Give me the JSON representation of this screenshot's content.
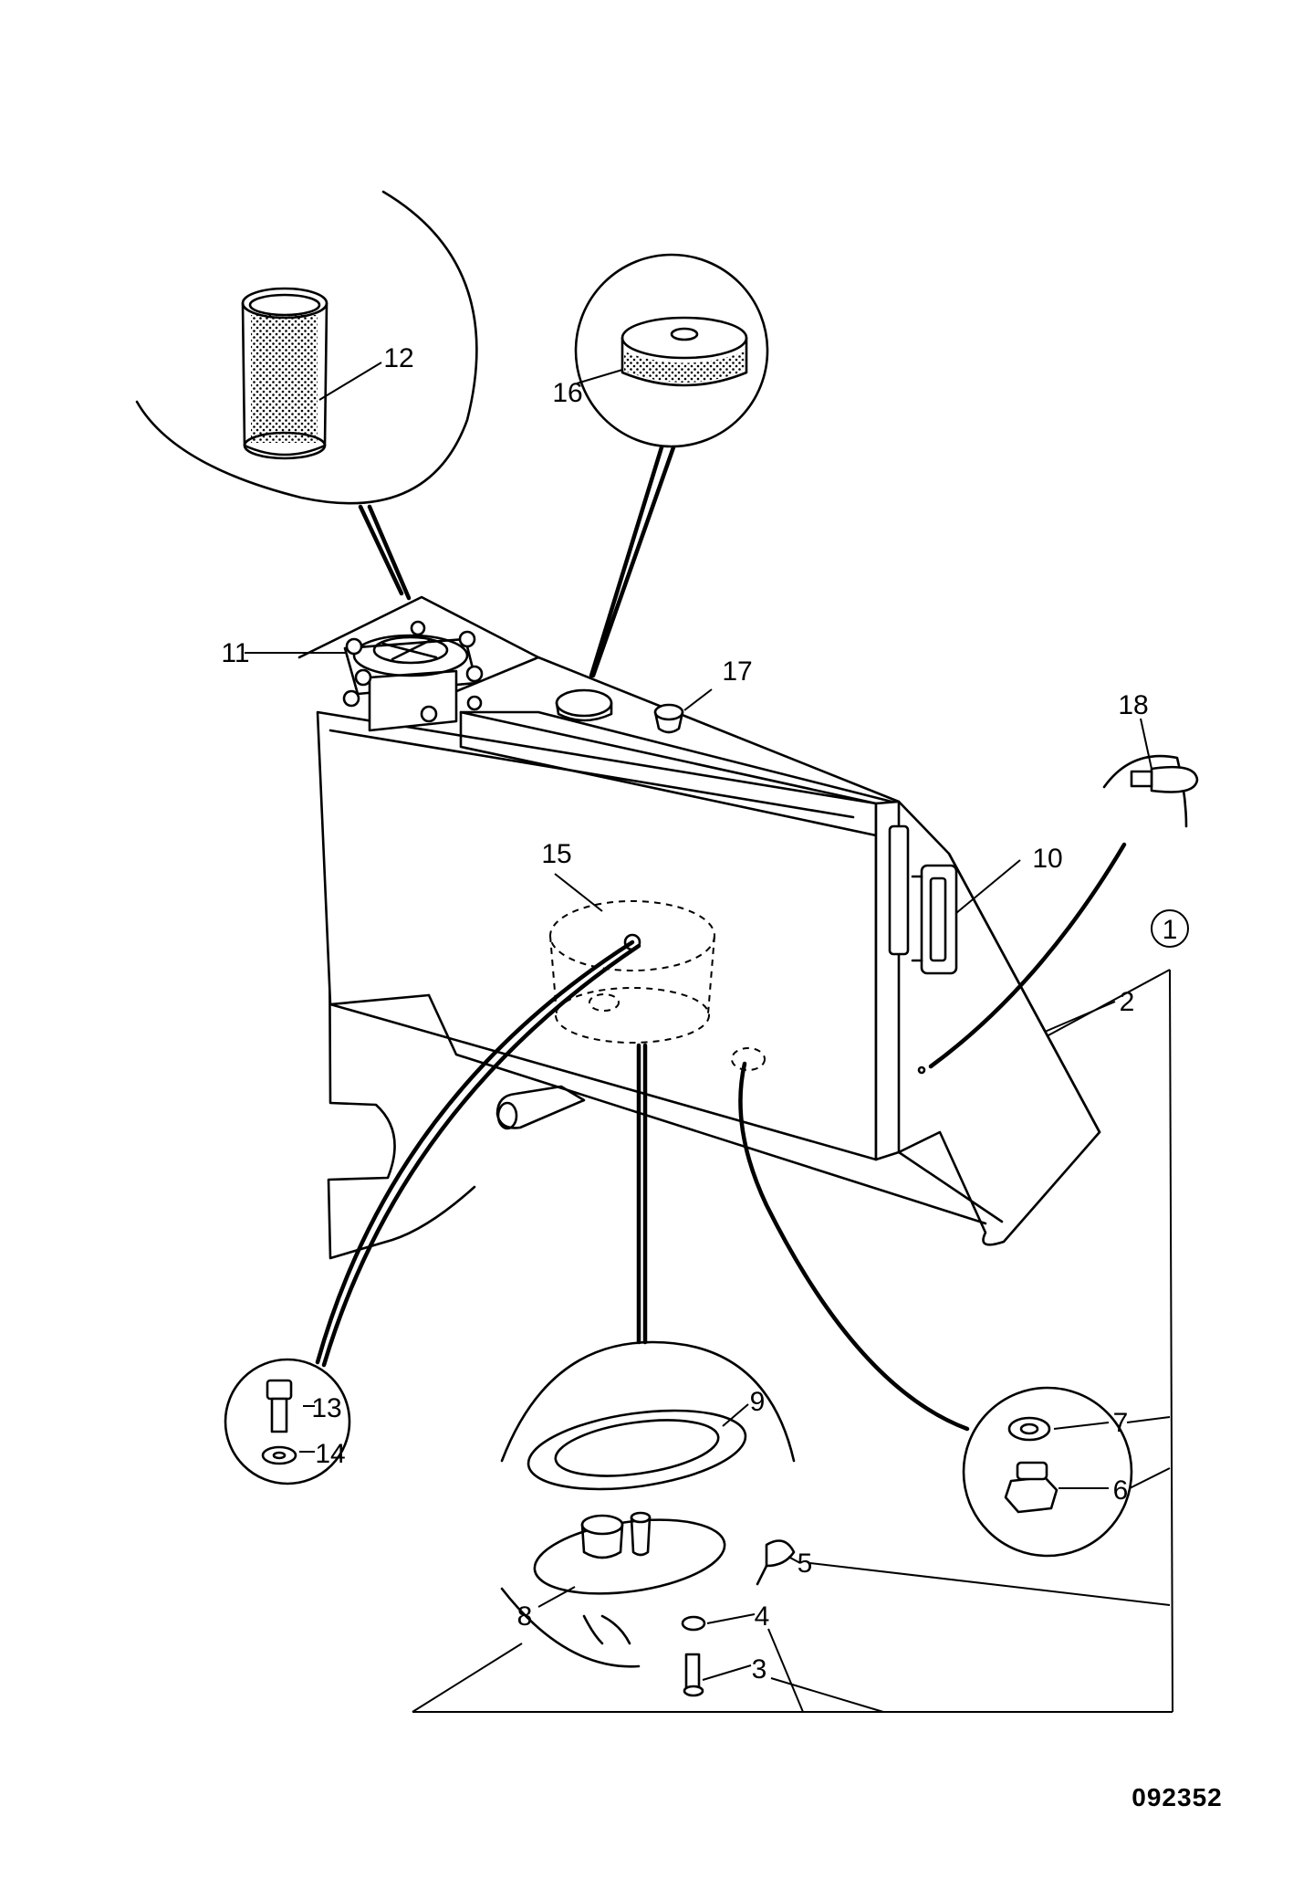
{
  "drawing": {
    "document_number": "092352",
    "assembly_callout": "1",
    "callouts": [
      "2",
      "3",
      "4",
      "5",
      "6",
      "7",
      "8",
      "9",
      "10",
      "11",
      "12",
      "13",
      "14",
      "15",
      "16",
      "17",
      "18"
    ]
  }
}
